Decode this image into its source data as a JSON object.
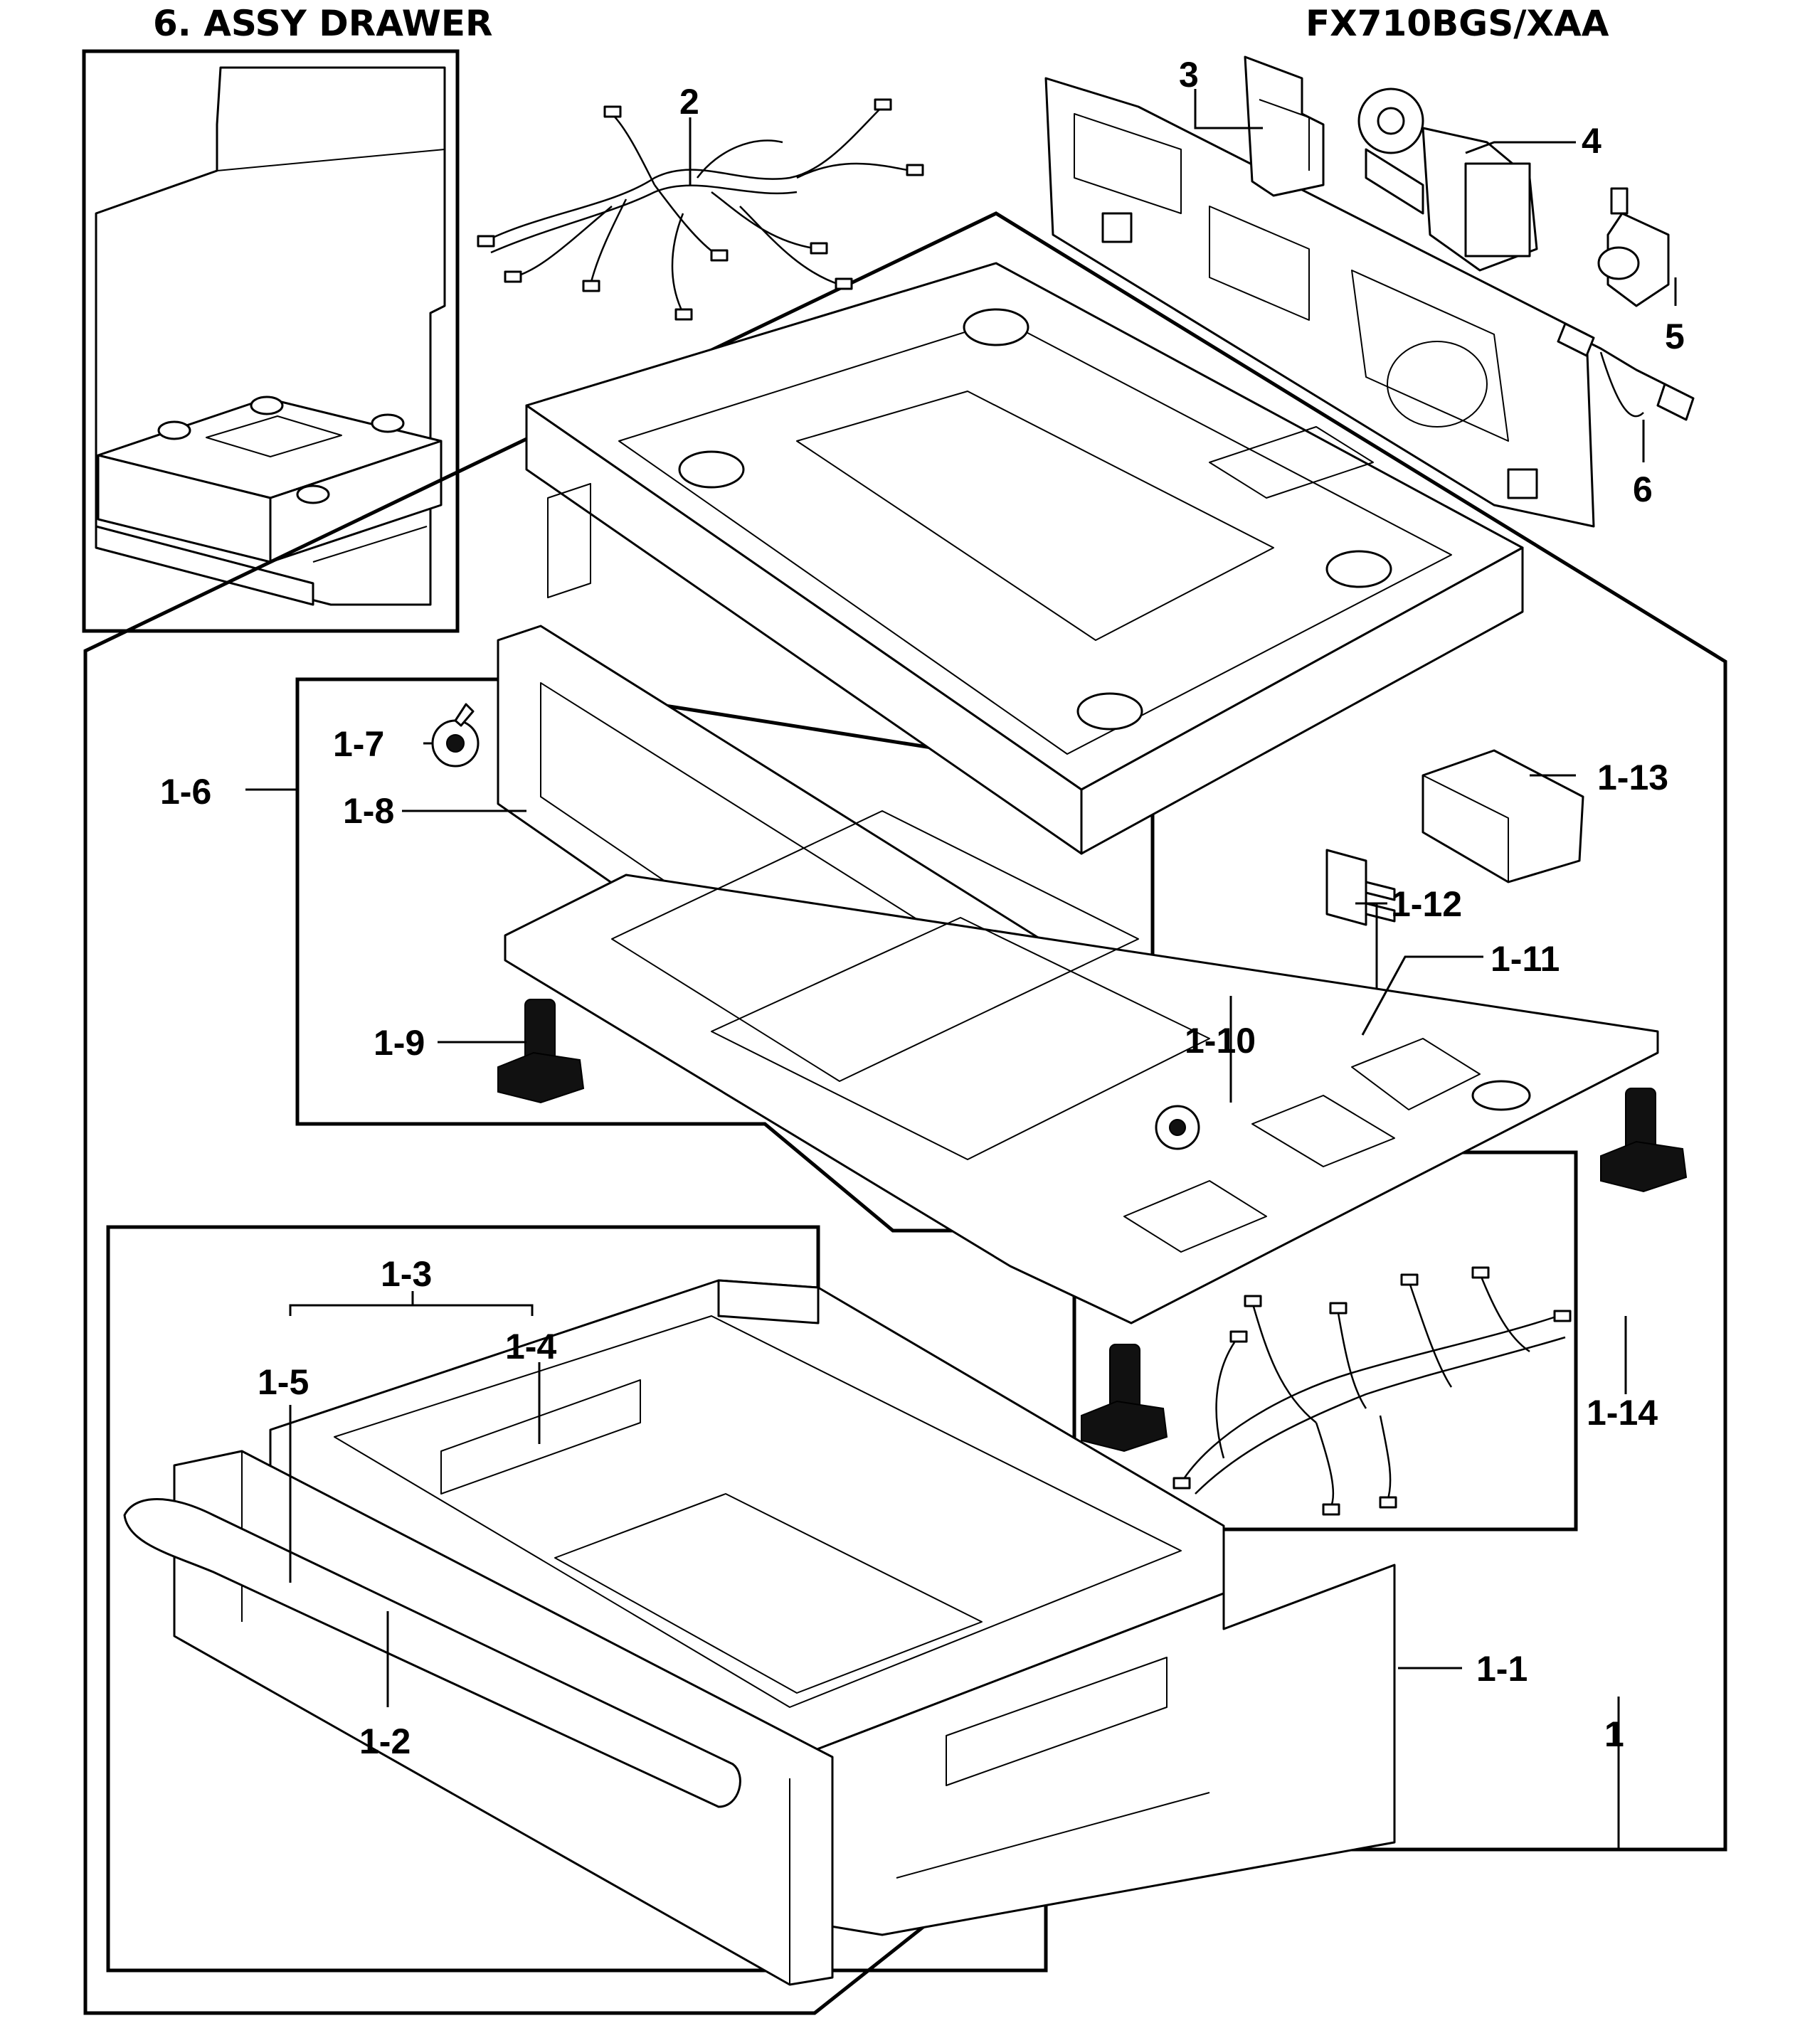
{
  "header": {
    "section_title": "6. ASSY DRAWER",
    "model_number": "FX710BGS/XAA"
  },
  "callouts": [
    {
      "id": "c-2",
      "text": "2"
    },
    {
      "id": "c-3",
      "text": "3"
    },
    {
      "id": "c-4",
      "text": "4"
    },
    {
      "id": "c-5",
      "text": "5"
    },
    {
      "id": "c-6",
      "text": "6"
    },
    {
      "id": "c-1-7",
      "text": "1-7"
    },
    {
      "id": "c-1-6",
      "text": "1-6"
    },
    {
      "id": "c-1-8",
      "text": "1-8"
    },
    {
      "id": "c-1-13",
      "text": "1-13"
    },
    {
      "id": "c-1-12",
      "text": "1-12"
    },
    {
      "id": "c-1-11",
      "text": "1-11"
    },
    {
      "id": "c-1-9",
      "text": "1-9"
    },
    {
      "id": "c-1-10",
      "text": "1-10"
    },
    {
      "id": "c-1-3",
      "text": "1-3"
    },
    {
      "id": "c-1-4",
      "text": "1-4"
    },
    {
      "id": "c-1-5",
      "text": "1-5"
    },
    {
      "id": "c-1-14",
      "text": "1-14"
    },
    {
      "id": "c-1-1",
      "text": "1-1"
    },
    {
      "id": "c-1-2",
      "text": "1-2"
    },
    {
      "id": "c-1",
      "text": "1"
    }
  ]
}
